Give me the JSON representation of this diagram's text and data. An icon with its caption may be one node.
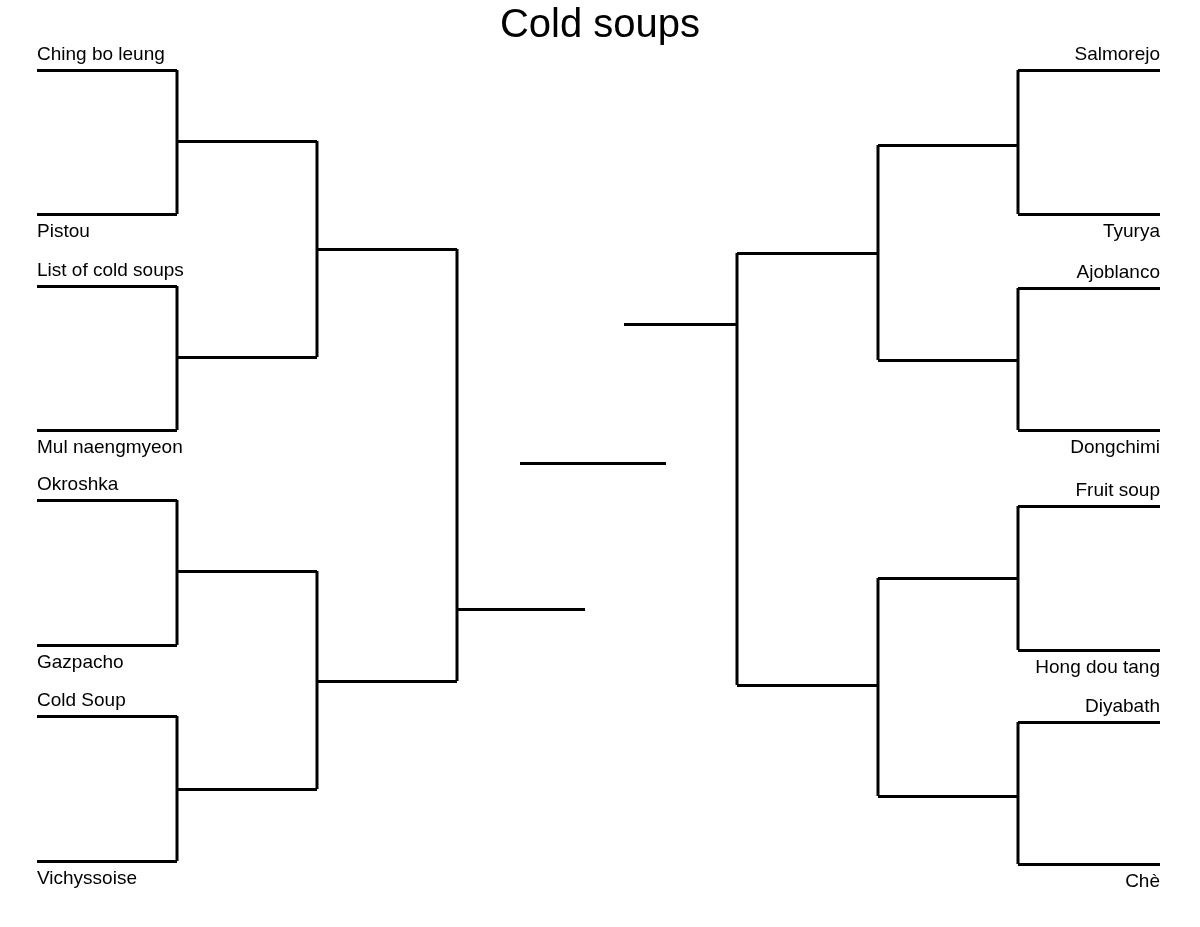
{
  "diagram": {
    "title": "Cold soups",
    "nodes": [
      {
        "text": [
          "Ching bo leung"
        ]
      },
      {
        "text": [
          "Pistou"
        ]
      },
      {
        "text": [
          "List of cold soups"
        ]
      },
      {
        "text": [
          "Mul naengmyeon"
        ]
      },
      {
        "text": [
          "Okroshka"
        ]
      },
      {
        "text": [
          "Gazpacho"
        ]
      },
      {
        "text": [
          "Cold Soup"
        ]
      },
      {
        "text": [
          "Vichyssoise"
        ]
      },
      {
        "text": [],
        "shape": "bar"
      },
      {
        "text": [],
        "shape": "bar"
      },
      {
        "text": [],
        "shape": "bar"
      },
      {
        "text": [],
        "shape": "bar"
      },
      {
        "text": [],
        "shape": "bar"
      },
      {
        "text": [],
        "shape": "bar"
      },
      {
        "text": [],
        "shape": "bar"
      },
      {
        "text": [],
        "shape": "bar"
      },
      {
        "text": [],
        "shape": "bar"
      },
      {
        "text": [],
        "shape": "bar"
      },
      {
        "text": [],
        "shape": "bar"
      },
      {
        "text": [],
        "shape": "bar"
      },
      {
        "text": [],
        "shape": "bar"
      },
      {
        "text": [],
        "shape": "bar"
      },
      {
        "text": [],
        "shape": "bar"
      },
      {
        "text": [
          "Salmorejo"
        ]
      },
      {
        "text": [
          "Tyurya"
        ]
      },
      {
        "text": [
          "Ajoblanco"
        ]
      },
      {
        "text": [
          "Dongchimi"
        ]
      },
      {
        "text": [
          "Fruit soup"
        ]
      },
      {
        "text": [
          "Hong dou tang"
        ]
      },
      {
        "text": [
          "Diyabath"
        ]
      },
      {
        "text": [
          "Chè"
        ]
      }
    ],
    "edges": [
      {
        "from": 0,
        "to": 8,
        "arrow": "none"
      },
      {
        "from": 1,
        "to": 8,
        "arrow": "none"
      },
      {
        "from": 2,
        "to": 9,
        "arrow": "none"
      },
      {
        "from": 3,
        "to": 9,
        "arrow": "none"
      },
      {
        "from": 4,
        "to": 10,
        "arrow": "none"
      },
      {
        "from": 5,
        "to": 10,
        "arrow": "none"
      },
      {
        "from": 6,
        "to": 11,
        "arrow": "none"
      },
      {
        "from": 7,
        "to": 11,
        "arrow": "none"
      },
      {
        "from": 8,
        "to": 12,
        "arrow": "none"
      },
      {
        "from": 9,
        "to": 12,
        "arrow": "none"
      },
      {
        "from": 10,
        "to": 13,
        "arrow": "none"
      },
      {
        "from": 11,
        "to": 13,
        "arrow": "none"
      },
      {
        "from": 12,
        "to": 14,
        "arrow": "none"
      },
      {
        "from": 13,
        "to": 14,
        "arrow": "none"
      },
      {
        "from": 23,
        "to": 19,
        "arrow": "none"
      },
      {
        "from": 24,
        "to": 19,
        "arrow": "none"
      },
      {
        "from": 25,
        "to": 20,
        "arrow": "none"
      },
      {
        "from": 26,
        "to": 20,
        "arrow": "none"
      },
      {
        "from": 27,
        "to": 21,
        "arrow": "none"
      },
      {
        "from": 28,
        "to": 21,
        "arrow": "none"
      },
      {
        "from": 29,
        "to": 22,
        "arrow": "none"
      },
      {
        "from": 30,
        "to": 22,
        "arrow": "none"
      },
      {
        "from": 19,
        "to": 17,
        "arrow": "none"
      },
      {
        "from": 20,
        "to": 17,
        "arrow": "none"
      },
      {
        "from": 21,
        "to": 18,
        "arrow": "none"
      },
      {
        "from": 22,
        "to": 18,
        "arrow": "none"
      },
      {
        "from": 17,
        "to": 16,
        "arrow": "none"
      },
      {
        "from": 18,
        "to": 16,
        "arrow": "none"
      }
    ]
  }
}
